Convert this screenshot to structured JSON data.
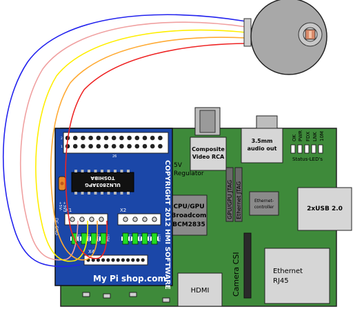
{
  "pi_board": {
    "regulator_label_1": "5V",
    "regulator_label_2": "Regulator",
    "composite_label_1": "Composite",
    "composite_label_2": "Video RCA",
    "audio_label_1": "3.5mm",
    "audio_label_2": "audio out",
    "status_leds": [
      "OK",
      "PWR",
      "FDX",
      "LNK",
      "10M"
    ],
    "status_leds_caption": "Status-LED's",
    "gpu_jtag_label": "GPU/GPU JTAG",
    "ethernet_jtag_label": "Ethernet JTAG",
    "ethernet_controller_1": "Ethernet-",
    "ethernet_controller_2": "controller",
    "cpu_label_1": "CPU/GPU",
    "cpu_label_2": "Broadcom",
    "cpu_label_3": "BCM2835",
    "usb_label": "2xUSB 2.0",
    "ethernet_label_1": "Ethernet",
    "ethernet_label_2": "RJ45",
    "hdmi_label": "HDMI",
    "camera_label": "Camera CSI"
  },
  "addon_board": {
    "header_pin_labels": [
      "2",
      "1"
    ],
    "header_number": "26",
    "chip_label_1": "TOSHIBA",
    "chip_label_2": "ULN2803APG",
    "copyright": "COPYRIGHT 2012 HMI SOFTWARE",
    "connector_x1_label": "X1",
    "connector_x2_label": "X2",
    "connector_x4_label": "X4",
    "power_label_1": "+5V-",
    "power_label_2": "+3V3",
    "power_label_3": "DC-GND",
    "led_labels_x1": [
      "LED1",
      "LED2",
      "LED3",
      "LED4"
    ],
    "led_labels_x2": [
      "LED5",
      "LED6",
      "LED7",
      "LED8"
    ],
    "url": "My Pi shop.com"
  },
  "colors": {
    "pi_green": "#3e8a3a",
    "addon_blue": "#1b47a8",
    "wire_blue": "#2222ee",
    "wire_pink": "#f0a0a0",
    "wire_yellow": "#ffee00",
    "wire_orange": "#ffaa33",
    "wire_red": "#ee2222",
    "motor_gray": "#a8a8a8"
  },
  "motor": {
    "type_icon": "stepper-motor-icon"
  }
}
